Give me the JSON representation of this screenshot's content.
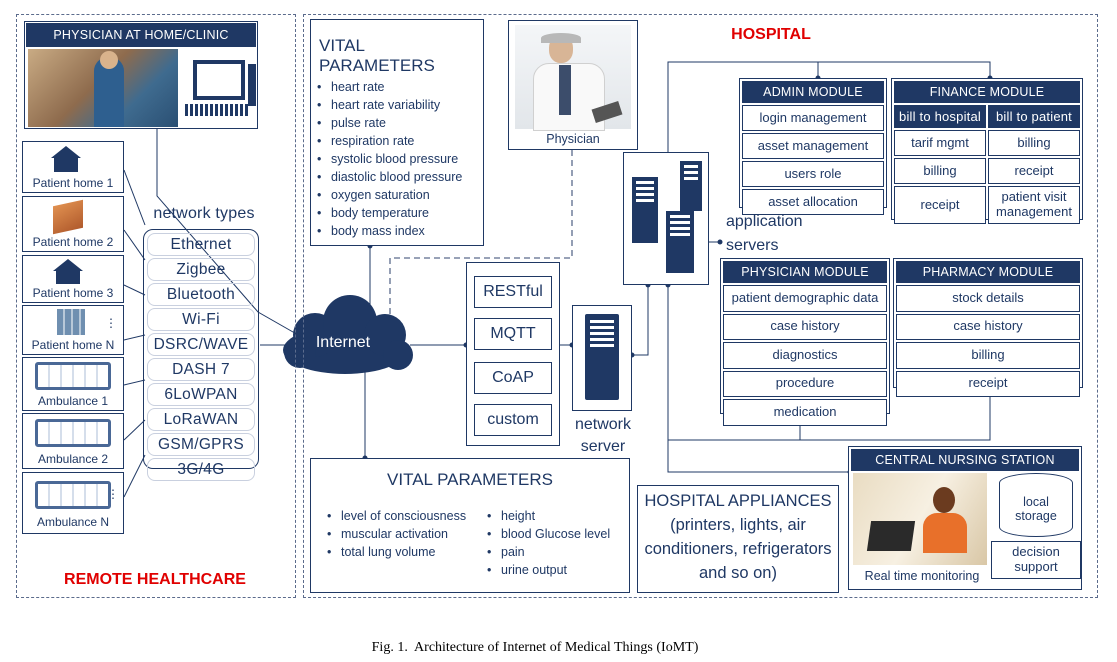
{
  "remote": {
    "physician_home_header": "PHYSICIAN AT HOME/CLINIC",
    "patients": [
      "Patient home 1",
      "Patient home 2",
      "Patient home 3",
      "Patient home N"
    ],
    "ambulances": [
      "Ambulance 1",
      "Ambulance 2",
      "Ambulance N"
    ],
    "network_types_title": "network types",
    "network_types": [
      "Ethernet",
      "Zigbee",
      "Bluetooth",
      "Wi-Fi",
      "DSRC/WAVE",
      "DASH 7",
      "6LoWPAN",
      "LoRaWAN",
      "GSM/GPRS",
      "3G/4G"
    ],
    "section_label": "REMOTE HEALTHCARE"
  },
  "internet_label": "Internet",
  "vital_parameters_top": {
    "title": "VITAL PARAMETERS",
    "items": [
      "heart rate",
      "heart rate variability",
      "pulse rate",
      "respiration rate",
      "systolic blood pressure",
      "diastolic blood pressure",
      "oxygen saturation",
      "body temperature",
      "body mass index"
    ]
  },
  "vital_parameters_bottom": {
    "title": "VITAL PARAMETERS",
    "col1": [
      "level of consciousness",
      "muscular activation",
      "total lung volume"
    ],
    "col2": [
      "height",
      "blood Glucose level",
      "pain",
      "urine output"
    ]
  },
  "physician_label": "Physician",
  "protocols": [
    "RESTful",
    "MQTT",
    "CoAP",
    "custom"
  ],
  "network_server_label": "network server",
  "application_servers_label": "application servers",
  "hospital_label": "HOSPITAL",
  "admin_module": {
    "title": "ADMIN MODULE",
    "items": [
      "login management",
      "asset management",
      "users role",
      "asset allocation"
    ]
  },
  "finance_module": {
    "title": "FINANCE MODULE",
    "subheaders": [
      "bill to hospital",
      "bill to patient"
    ],
    "left": [
      "tarif mgmt",
      "billing",
      "receipt"
    ],
    "right": [
      "billing",
      "receipt",
      "patient visit management"
    ]
  },
  "physician_module": {
    "title": "PHYSICIAN MODULE",
    "items": [
      "patient demographic data",
      "case history",
      "diagnostics",
      "procedure",
      "medication"
    ]
  },
  "pharmacy_module": {
    "title": "PHARMACY MODULE",
    "items": [
      "stock details",
      "case history",
      "billing",
      "receipt"
    ]
  },
  "hospital_appliances": {
    "title": "HOSPITAL APPLIANCES",
    "body": "(printers, lights, air conditioners, refrigerators and so on)"
  },
  "central_nursing": {
    "title": "CENTRAL NURSING STATION",
    "local_storage": "local storage",
    "decision_support": "decision support",
    "monitoring": "Real time monitoring"
  },
  "caption": "Fig. 1.  Architecture of Internet of Medical Things (IoMT)",
  "colors": {
    "navy": "#1f3864",
    "accent_red": "#e00000"
  }
}
